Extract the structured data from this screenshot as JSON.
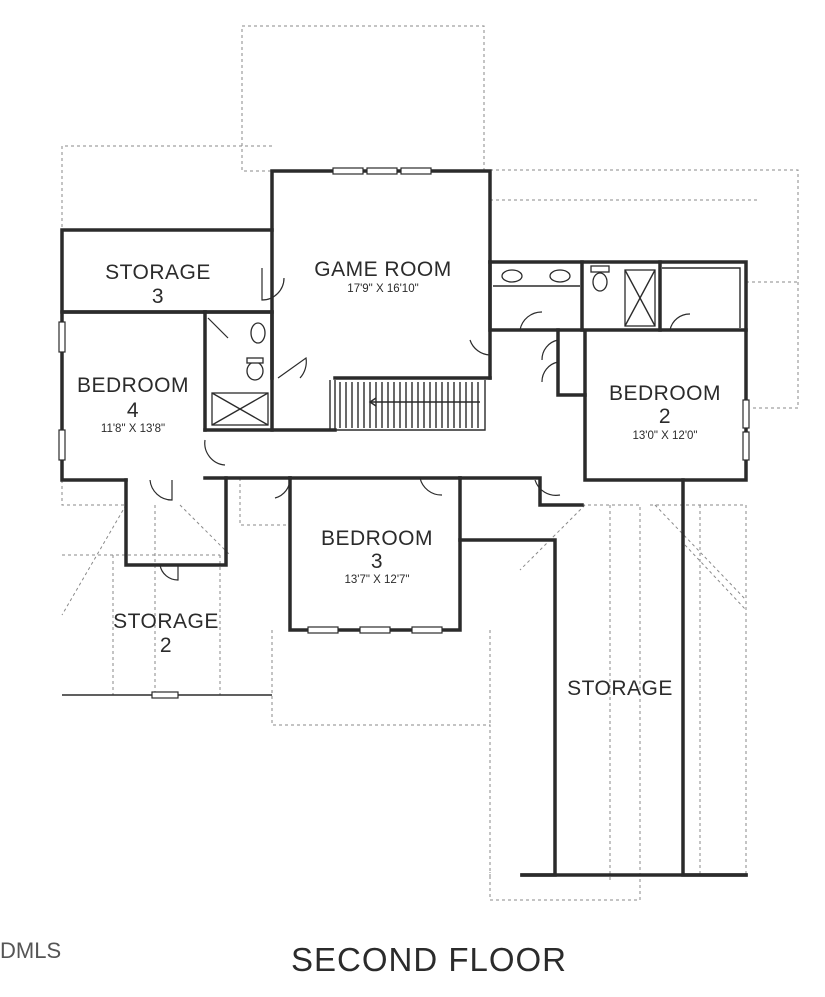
{
  "plan": {
    "title": "SECOND FLOOR",
    "watermark": "DMLS",
    "rooms": {
      "storage3": {
        "name_line1": "STORAGE",
        "name_line2": "3"
      },
      "game_room": {
        "name": "GAME ROOM",
        "dims": "17'9\" X 16'10\""
      },
      "bedroom4": {
        "name_line1": "BEDROOM",
        "name_line2": "4",
        "dims": "11'8\" X 13'8\""
      },
      "bedroom2": {
        "name_line1": "BEDROOM",
        "name_line2": "2",
        "dims": "13'0\" X 12'0\""
      },
      "bedroom3": {
        "name_line1": "BEDROOM",
        "name_line2": "3",
        "dims": "13'7\" X 12'7\""
      },
      "storage2": {
        "name_line1": "STORAGE",
        "name_line2": "2"
      },
      "storage": {
        "name": "STORAGE"
      }
    }
  }
}
